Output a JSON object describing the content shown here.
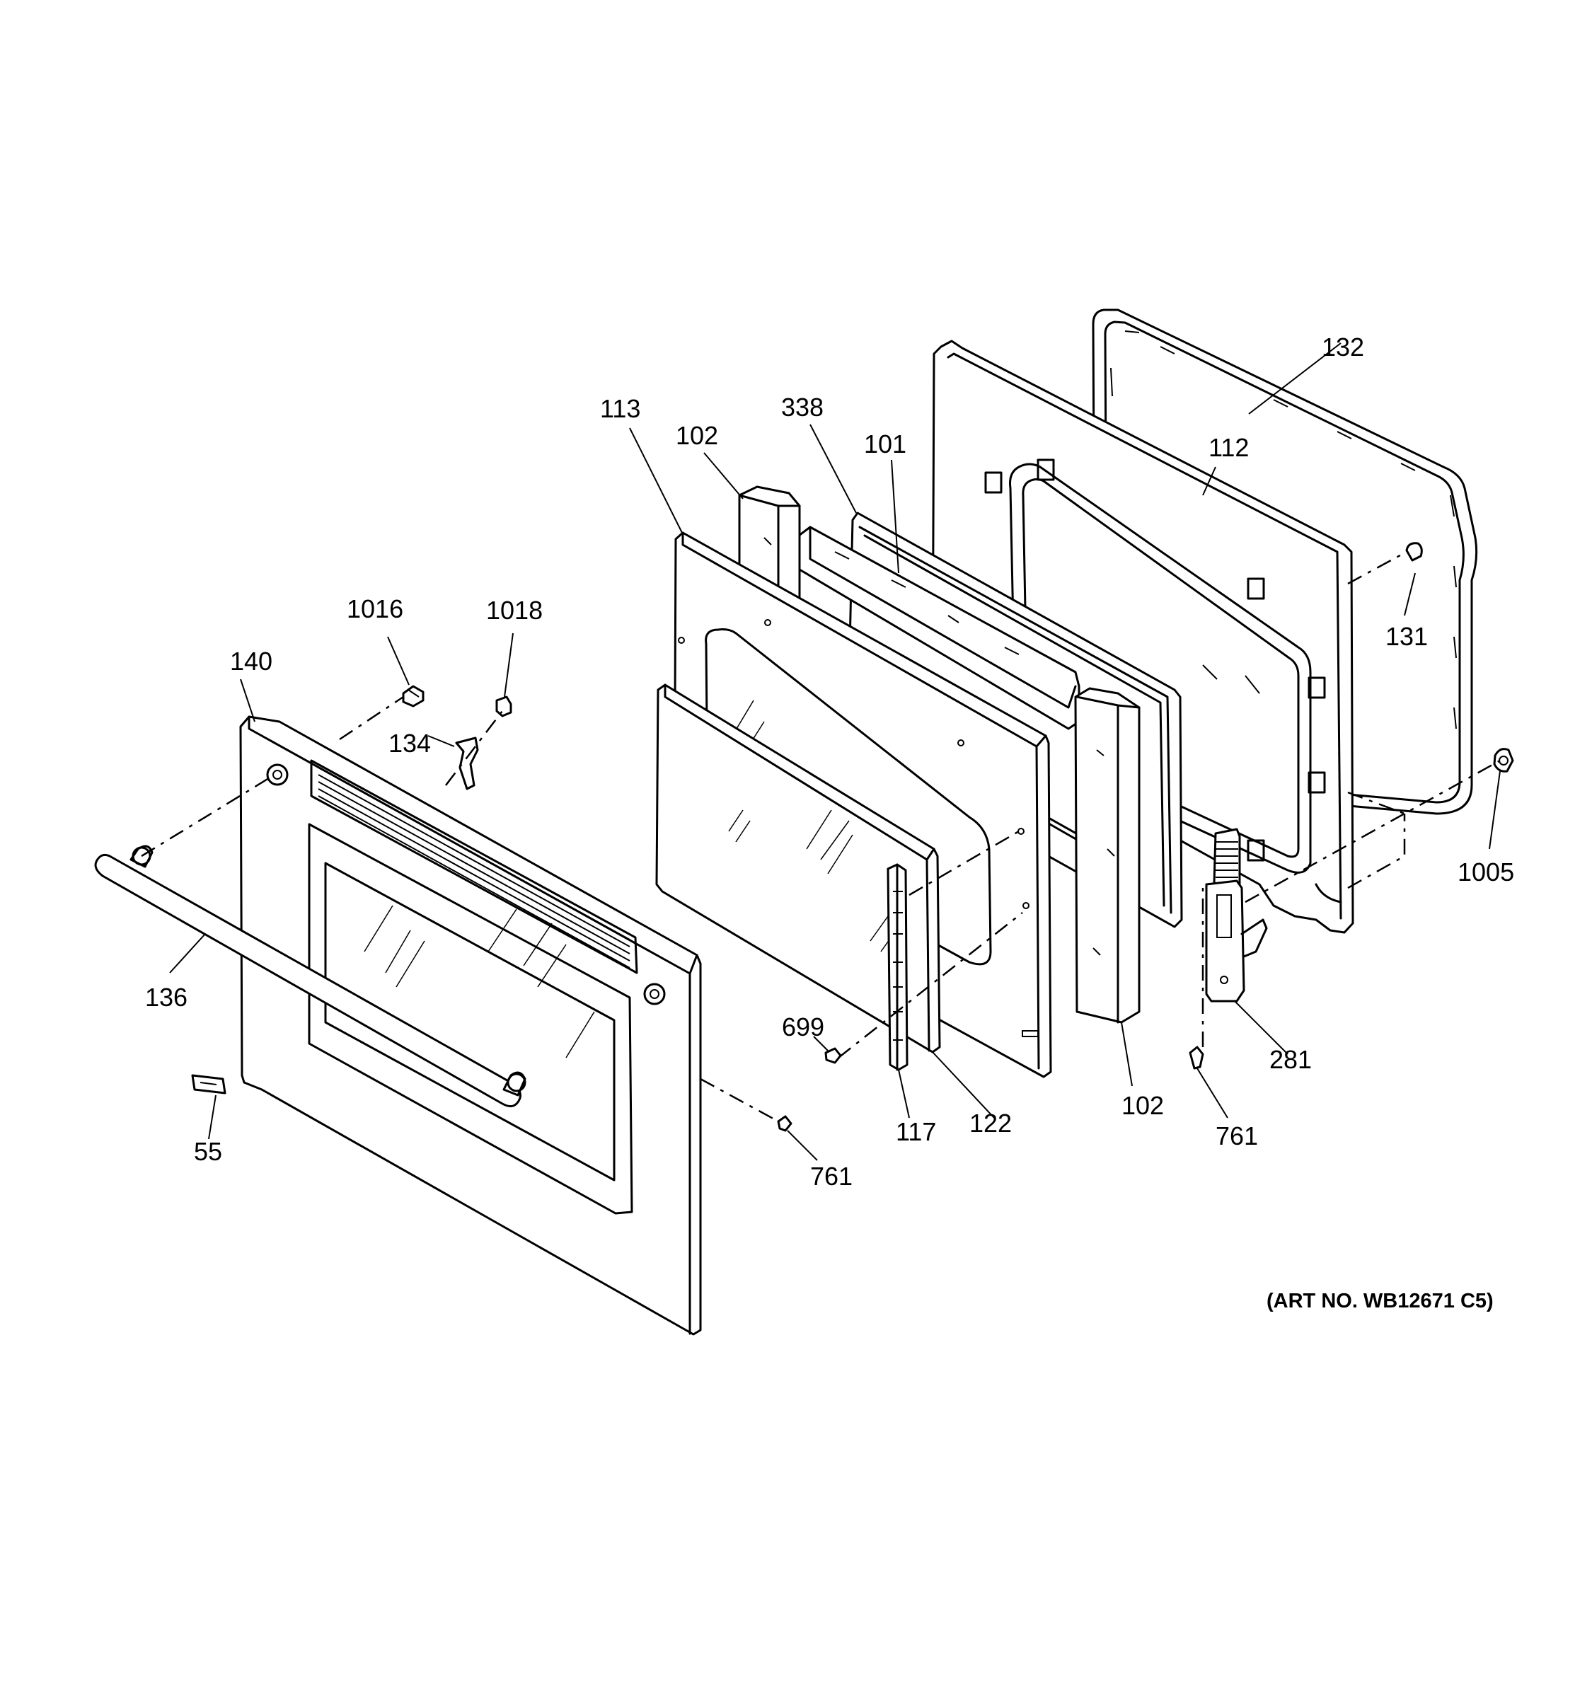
{
  "diagram": {
    "art_number": "(ART NO. WB12671 C5)",
    "labels": {
      "p132": "132",
      "p113": "113",
      "p102_top": "102",
      "p338": "338",
      "p101": "101",
      "p112": "112",
      "p131": "131",
      "p1016": "1016",
      "p1018": "1018",
      "p140": "140",
      "p134": "134",
      "p1005": "1005",
      "p136": "136",
      "p699": "699",
      "p281": "281",
      "p102_bottom": "102",
      "p117": "117",
      "p122": "122",
      "p761_right": "761",
      "p55": "55",
      "p761_left": "761"
    }
  }
}
